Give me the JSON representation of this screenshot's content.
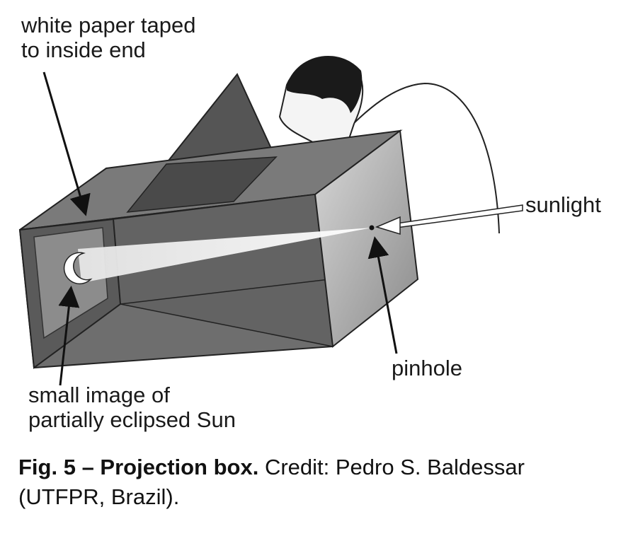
{
  "labels": {
    "paper_line1": "white paper taped",
    "paper_line2": "to inside end",
    "sunlight": "sunlight",
    "pinhole": "pinhole",
    "image_line1": "small image of",
    "image_line2": "partially eclipsed Sun"
  },
  "caption": {
    "bold": "Fig. 5 – Projection box.",
    "normal": " Credit: Pedro S. Baldessar",
    "line2": "(UTFPR, Brazil)."
  }
}
